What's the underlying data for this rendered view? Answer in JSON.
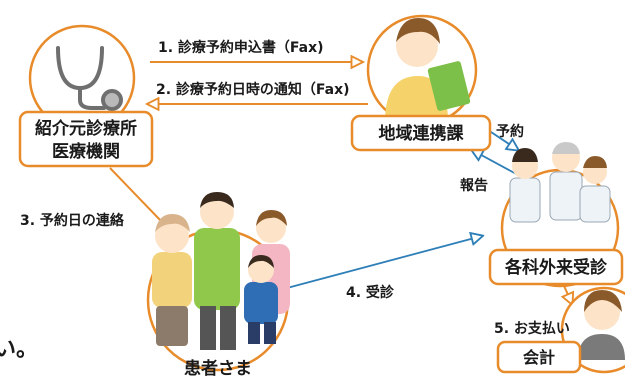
{
  "nodes": {
    "referrer": [
      "紹介元診療所",
      "医療機関"
    ],
    "liaison": "地域連携課",
    "outpatient": "各科外来受診",
    "accounting": "会計",
    "patient": "患者さま"
  },
  "edges": {
    "fax_application": "1. 診療予約申込書（Fax)",
    "fax_notification": "2. 診療予約日時の通知（Fax)",
    "contact_patient": "3. 予約日の連絡",
    "visit": "4. 受診",
    "payment": "5. お支払い",
    "reserve": "予約",
    "report": "報告"
  },
  "fragment_text": "い。",
  "colors": {
    "accent": "#e88b2a",
    "arrow": "#2e7fb8"
  },
  "icons": [
    "stethoscope-icon",
    "staff-woman-icon",
    "doctors-icon",
    "family-icon",
    "cashier-icon"
  ]
}
